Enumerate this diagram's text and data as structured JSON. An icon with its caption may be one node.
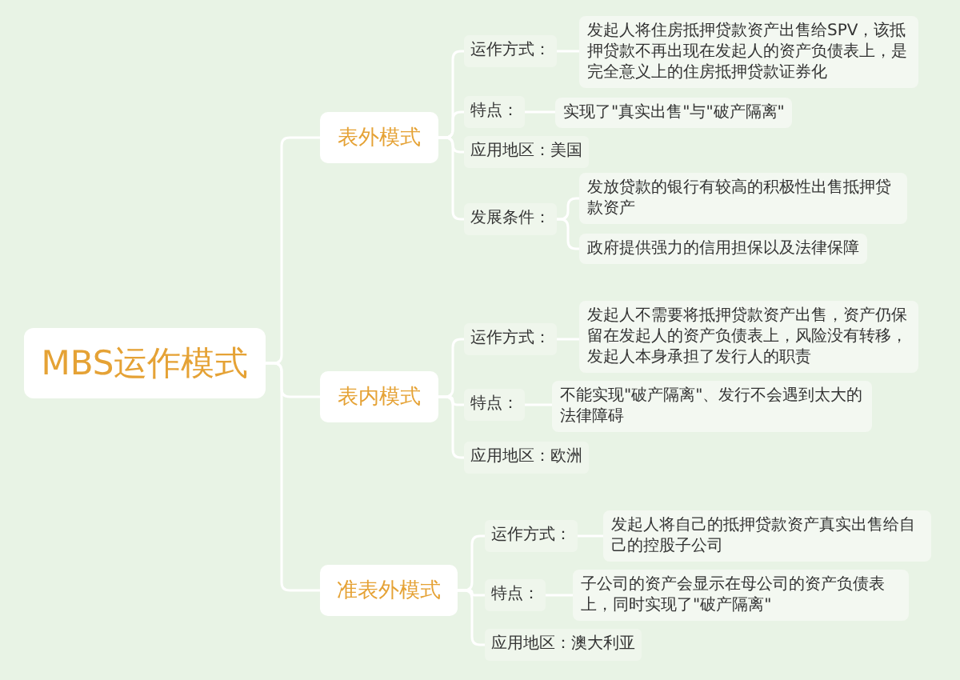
{
  "diagram": {
    "nodes": [
      {
        "text": [
          "MBS运作模式"
        ]
      },
      {
        "text": [
          "表外模式"
        ]
      },
      {
        "text": [
          "运作方式："
        ]
      },
      {
        "text": [
          "发起人将住房抵押贷款资产出售给SPV，该抵押贷款不再出现在发起人的资产负债表上，是完全意义上的住房抵押贷款证券化"
        ]
      },
      {
        "text": [
          "特点："
        ]
      },
      {
        "text": [
          "实现了\"真实出售\"与\"破产隔离\""
        ]
      },
      {
        "text": [
          "应用地区：美国"
        ]
      },
      {
        "text": [
          "发展条件："
        ]
      },
      {
        "text": [
          "发放贷款的银行有较高的积极性出售抵押贷款资产"
        ]
      },
      {
        "text": [
          "政府提供强力的信用担保以及法律保障"
        ]
      },
      {
        "text": [
          "表内模式"
        ]
      },
      {
        "text": [
          "运作方式："
        ]
      },
      {
        "text": [
          "发起人不需要将抵押贷款资产出售，资产仍保留在发起人的资产负债表上，风险没有转移，发起人本身承担了发行人的职责"
        ]
      },
      {
        "text": [
          "特点："
        ]
      },
      {
        "text": [
          "不能实现\"破产隔离\"、发行不会遇到太大的法律障碍"
        ]
      },
      {
        "text": [
          "应用地区：欧洲"
        ]
      },
      {
        "text": [
          "准表外模式"
        ]
      },
      {
        "text": [
          "运作方式："
        ]
      },
      {
        "text": [
          "发起人将自己的抵押贷款资产真实出售给自己的控股子公司"
        ]
      },
      {
        "text": [
          "特点："
        ]
      },
      {
        "text": [
          "子公司的资产会显示在母公司的资产负债表上，同时实现了\"破产隔离\""
        ]
      },
      {
        "text": [
          "应用地区：澳大利亚"
        ]
      }
    ],
    "edges": [
      {
        "from": 0,
        "to": 1,
        "arrow": "none"
      },
      {
        "from": 0,
        "to": 10,
        "arrow": "none"
      },
      {
        "from": 0,
        "to": 16,
        "arrow": "none"
      },
      {
        "from": 1,
        "to": 2,
        "arrow": "none"
      },
      {
        "from": 1,
        "to": 4,
        "arrow": "none"
      },
      {
        "from": 1,
        "to": 6,
        "arrow": "none"
      },
      {
        "from": 1,
        "to": 7,
        "arrow": "none"
      },
      {
        "from": 2,
        "to": 3,
        "arrow": "none"
      },
      {
        "from": 4,
        "to": 5,
        "arrow": "none"
      },
      {
        "from": 7,
        "to": 8,
        "arrow": "none"
      },
      {
        "from": 7,
        "to": 9,
        "arrow": "none"
      },
      {
        "from": 10,
        "to": 11,
        "arrow": "none"
      },
      {
        "from": 10,
        "to": 13,
        "arrow": "none"
      },
      {
        "from": 10,
        "to": 15,
        "arrow": "none"
      },
      {
        "from": 11,
        "to": 12,
        "arrow": "none"
      },
      {
        "from": 13,
        "to": 14,
        "arrow": "none"
      },
      {
        "from": 16,
        "to": 17,
        "arrow": "none"
      },
      {
        "from": 16,
        "to": 19,
        "arrow": "none"
      },
      {
        "from": 16,
        "to": 21,
        "arrow": "none"
      },
      {
        "from": 17,
        "to": 18,
        "arrow": "none"
      },
      {
        "from": 19,
        "to": 20,
        "arrow": "none"
      }
    ]
  }
}
